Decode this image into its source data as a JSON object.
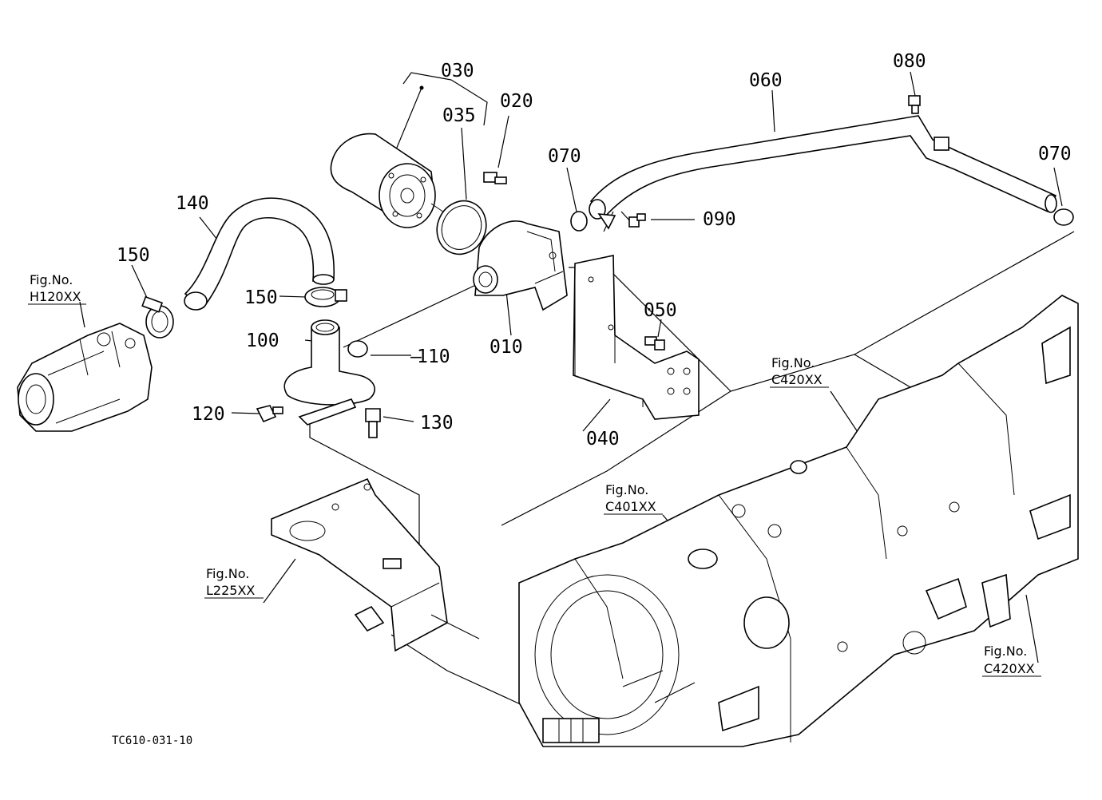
{
  "diagram_code": "TC610-031-10",
  "parts": [
    {
      "id": "010"
    },
    {
      "id": "020"
    },
    {
      "id": "030"
    },
    {
      "id": "035"
    },
    {
      "id": "040"
    },
    {
      "id": "050"
    },
    {
      "id": "060"
    },
    {
      "id": "070"
    },
    {
      "id": "070"
    },
    {
      "id": "080"
    },
    {
      "id": "090"
    },
    {
      "id": "100"
    },
    {
      "id": "110"
    },
    {
      "id": "120"
    },
    {
      "id": "130"
    },
    {
      "id": "140"
    },
    {
      "id": "150"
    },
    {
      "id": "150"
    }
  ],
  "figure_refs": [
    {
      "label": "Fig.No.",
      "code": "H120XX"
    },
    {
      "label": "Fig.No.",
      "code": "C420XX"
    },
    {
      "label": "Fig.No.",
      "code": "C401XX"
    },
    {
      "label": "Fig.No.",
      "code": "L225XX"
    },
    {
      "label": "Fig.No.",
      "code": "C420XX"
    }
  ]
}
